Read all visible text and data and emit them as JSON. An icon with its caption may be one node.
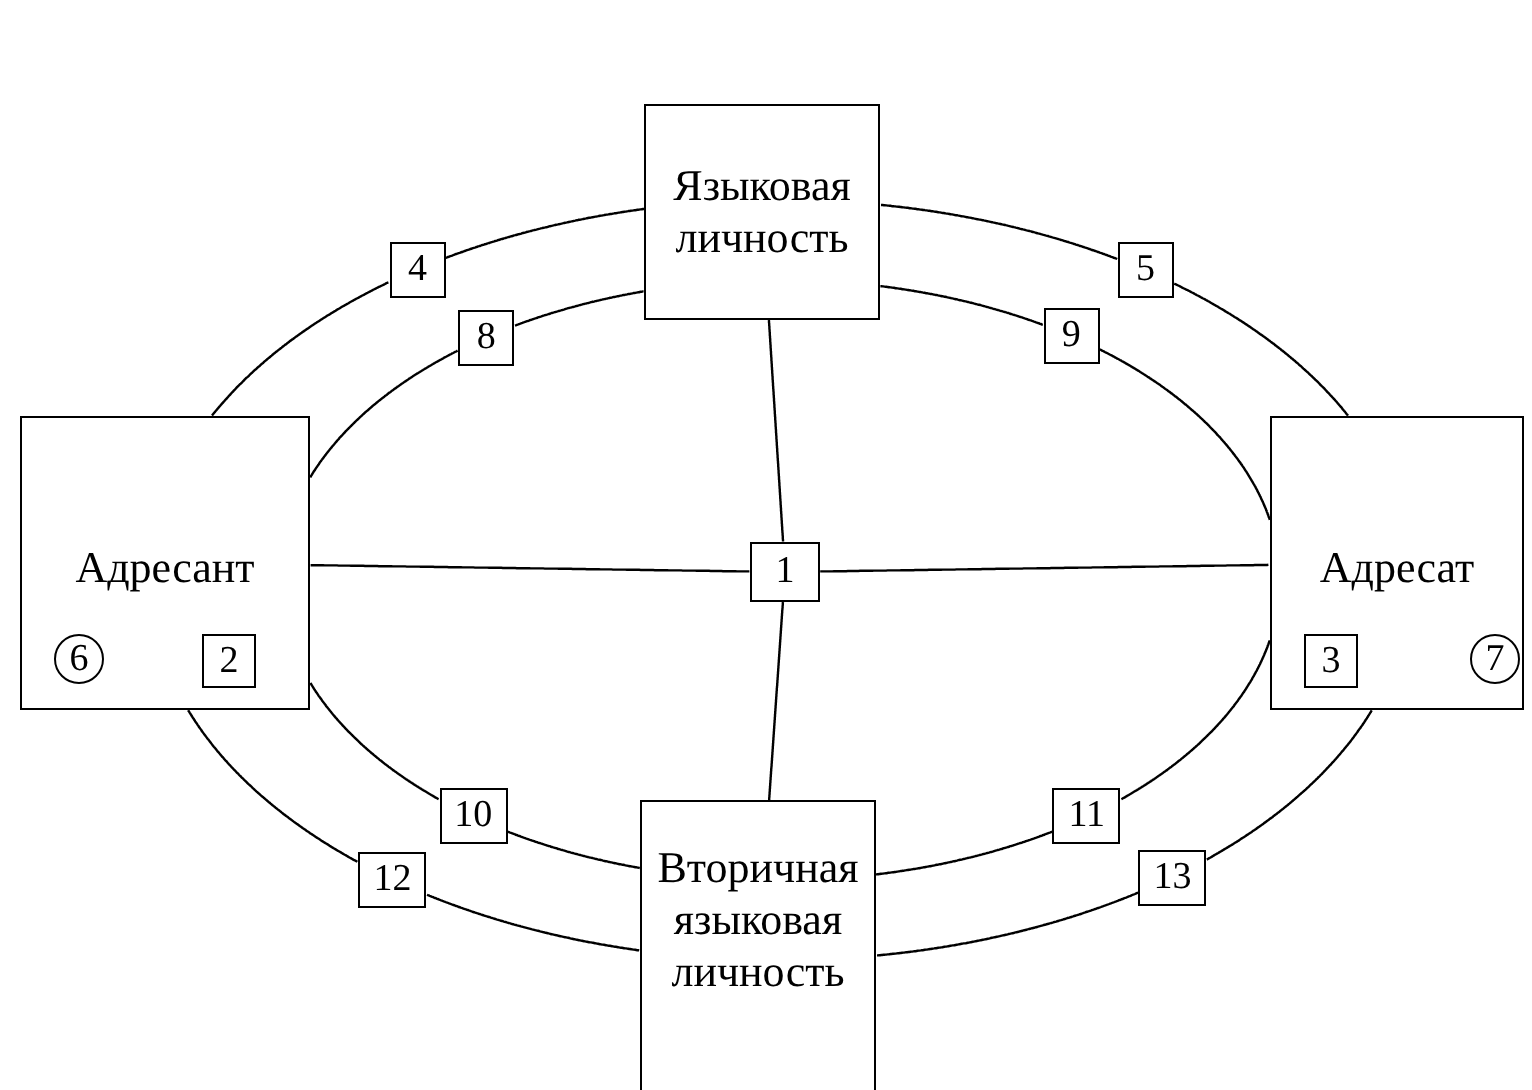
{
  "diagram": {
    "nodes": [
      {
        "text": [
          "Языковая личность"
        ]
      },
      {
        "text": [
          "Адресант"
        ]
      },
      {
        "text": [
          "6"
        ],
        "in": 1
      },
      {
        "text": [
          "2"
        ],
        "in": 1
      },
      {
        "text": [
          "1"
        ]
      },
      {
        "text": [
          "Адресат"
        ]
      },
      {
        "text": [
          "3"
        ],
        "in": 5
      },
      {
        "text": [
          "7"
        ],
        "in": 5
      },
      {
        "text": [
          "Вторичная языковая личность"
        ]
      },
      {
        "text": [
          "4"
        ]
      },
      {
        "text": [
          "5"
        ]
      },
      {
        "text": [
          "8"
        ]
      },
      {
        "text": [
          "9"
        ]
      },
      {
        "text": [
          "10"
        ]
      },
      {
        "text": [
          "11"
        ]
      },
      {
        "text": [
          "12"
        ]
      },
      {
        "text": [
          "13"
        ]
      }
    ],
    "edges": [
      {
        "from": 1,
        "to": 4,
        "arrow": "none"
      },
      {
        "from": 4,
        "to": 5,
        "arrow": "none"
      },
      {
        "from": 0,
        "to": 4,
        "arrow": "none"
      },
      {
        "from": 4,
        "to": 8,
        "arrow": "none"
      },
      {
        "from": 1,
        "to": 9,
        "arrow": "none"
      },
      {
        "from": 9,
        "to": 0,
        "arrow": "none"
      },
      {
        "from": 0,
        "to": 10,
        "arrow": "none"
      },
      {
        "from": 10,
        "to": 5,
        "arrow": "none"
      },
      {
        "from": 5,
        "to": 16,
        "arrow": "none"
      },
      {
        "from": 16,
        "to": 8,
        "arrow": "none"
      },
      {
        "from": 8,
        "to": 15,
        "arrow": "none"
      },
      {
        "from": 15,
        "to": 1,
        "arrow": "none"
      },
      {
        "from": 1,
        "to": 11,
        "arrow": "none"
      },
      {
        "from": 11,
        "to": 0,
        "arrow": "none"
      },
      {
        "from": 0,
        "to": 12,
        "arrow": "none"
      },
      {
        "from": 12,
        "to": 5,
        "arrow": "none"
      },
      {
        "from": 5,
        "to": 14,
        "arrow": "none"
      },
      {
        "from": 14,
        "to": 8,
        "arrow": "none"
      },
      {
        "from": 8,
        "to": 13,
        "arrow": "none"
      },
      {
        "from": 13,
        "to": 1,
        "arrow": "none"
      }
    ]
  }
}
